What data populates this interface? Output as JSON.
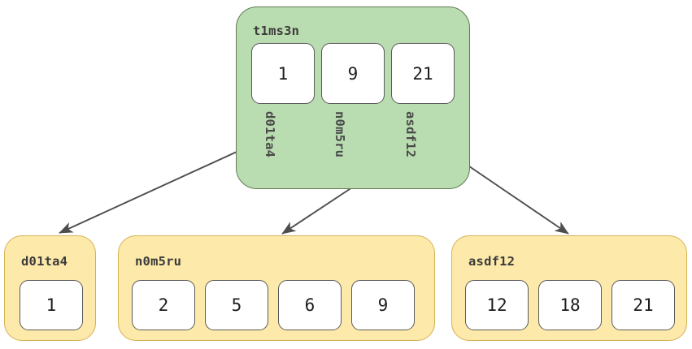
{
  "diagram": {
    "type": "b-tree-diagram",
    "background": "#ffffff",
    "colors": {
      "root_fill": "#b9ddb0",
      "root_stroke": "#5f7a56",
      "leaf_fill": "#fde9a9",
      "leaf_stroke": "#d4b253",
      "cell_fill": "#ffffff",
      "cell_stroke": "#5a5a5a",
      "edge_stroke": "#4d4d4d",
      "text": "#3b3b3b"
    }
  },
  "root": {
    "title": "t1ms3n",
    "cells": [
      {
        "value": "1"
      },
      {
        "value": "9"
      },
      {
        "value": "21"
      }
    ],
    "pointers": [
      {
        "label": "d01ta4"
      },
      {
        "label": "n0m5ru"
      },
      {
        "label": "asdf12"
      }
    ]
  },
  "leaves": [
    {
      "title": "d01ta4",
      "cells": [
        {
          "value": "1"
        }
      ]
    },
    {
      "title": "n0m5ru",
      "cells": [
        {
          "value": "2"
        },
        {
          "value": "5"
        },
        {
          "value": "6"
        },
        {
          "value": "9"
        }
      ]
    },
    {
      "title": "asdf12",
      "cells": [
        {
          "value": "12"
        },
        {
          "value": "18"
        },
        {
          "value": "21"
        }
      ]
    }
  ],
  "edges": [
    {
      "from": "t1ms3n:d01ta4",
      "to": "d01ta4"
    },
    {
      "from": "t1ms3n:n0m5ru",
      "to": "n0m5ru"
    },
    {
      "from": "t1ms3n:asdf12",
      "to": "asdf12"
    }
  ]
}
